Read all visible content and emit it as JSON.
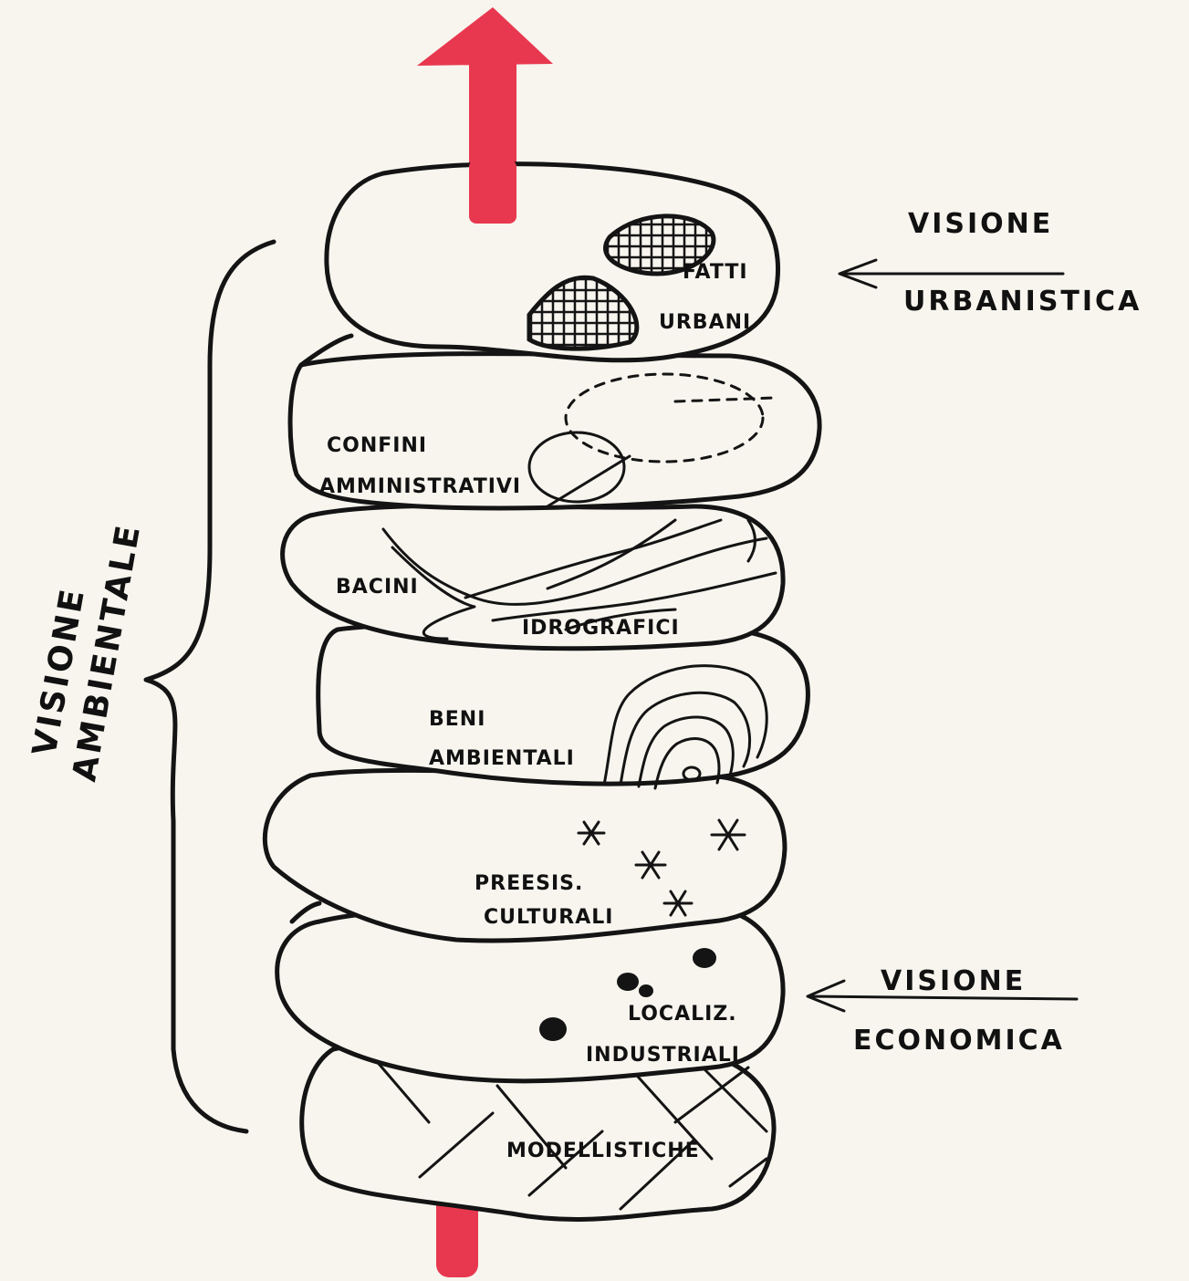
{
  "layers": [
    {
      "id": "fatti-urbani",
      "label_lines": [
        "FATTI",
        "URBANI"
      ]
    },
    {
      "id": "confini-amministrativi",
      "label_lines": [
        "CONFINI",
        "AMMINISTRATIVI"
      ]
    },
    {
      "id": "bacini-idrografici",
      "label_lines": [
        "BACINI",
        "IDROGRAFICI"
      ]
    },
    {
      "id": "beni-ambientali",
      "label_lines": [
        "BENI",
        "AMBIENTALI"
      ]
    },
    {
      "id": "preesis-culturali",
      "label_lines": [
        "PREESIS.",
        "CULTURALI"
      ]
    },
    {
      "id": "localiz-industriali",
      "label_lines": [
        "LOCALIZ.",
        "INDUSTRIALI"
      ]
    },
    {
      "id": "modellistiche",
      "label_lines": [
        "MODELLISTICHE"
      ]
    }
  ],
  "side_labels": {
    "urbanistica": [
      "VISIONE",
      "URBANISTICA"
    ],
    "economica": [
      "VISIONE",
      "ECONOMICA"
    ],
    "ambientale": [
      "VISIONE",
      "AMBIENTALE"
    ]
  },
  "colors": {
    "axis": "#e8384f",
    "ink": "#141414",
    "paper": "#f7f5ee"
  }
}
